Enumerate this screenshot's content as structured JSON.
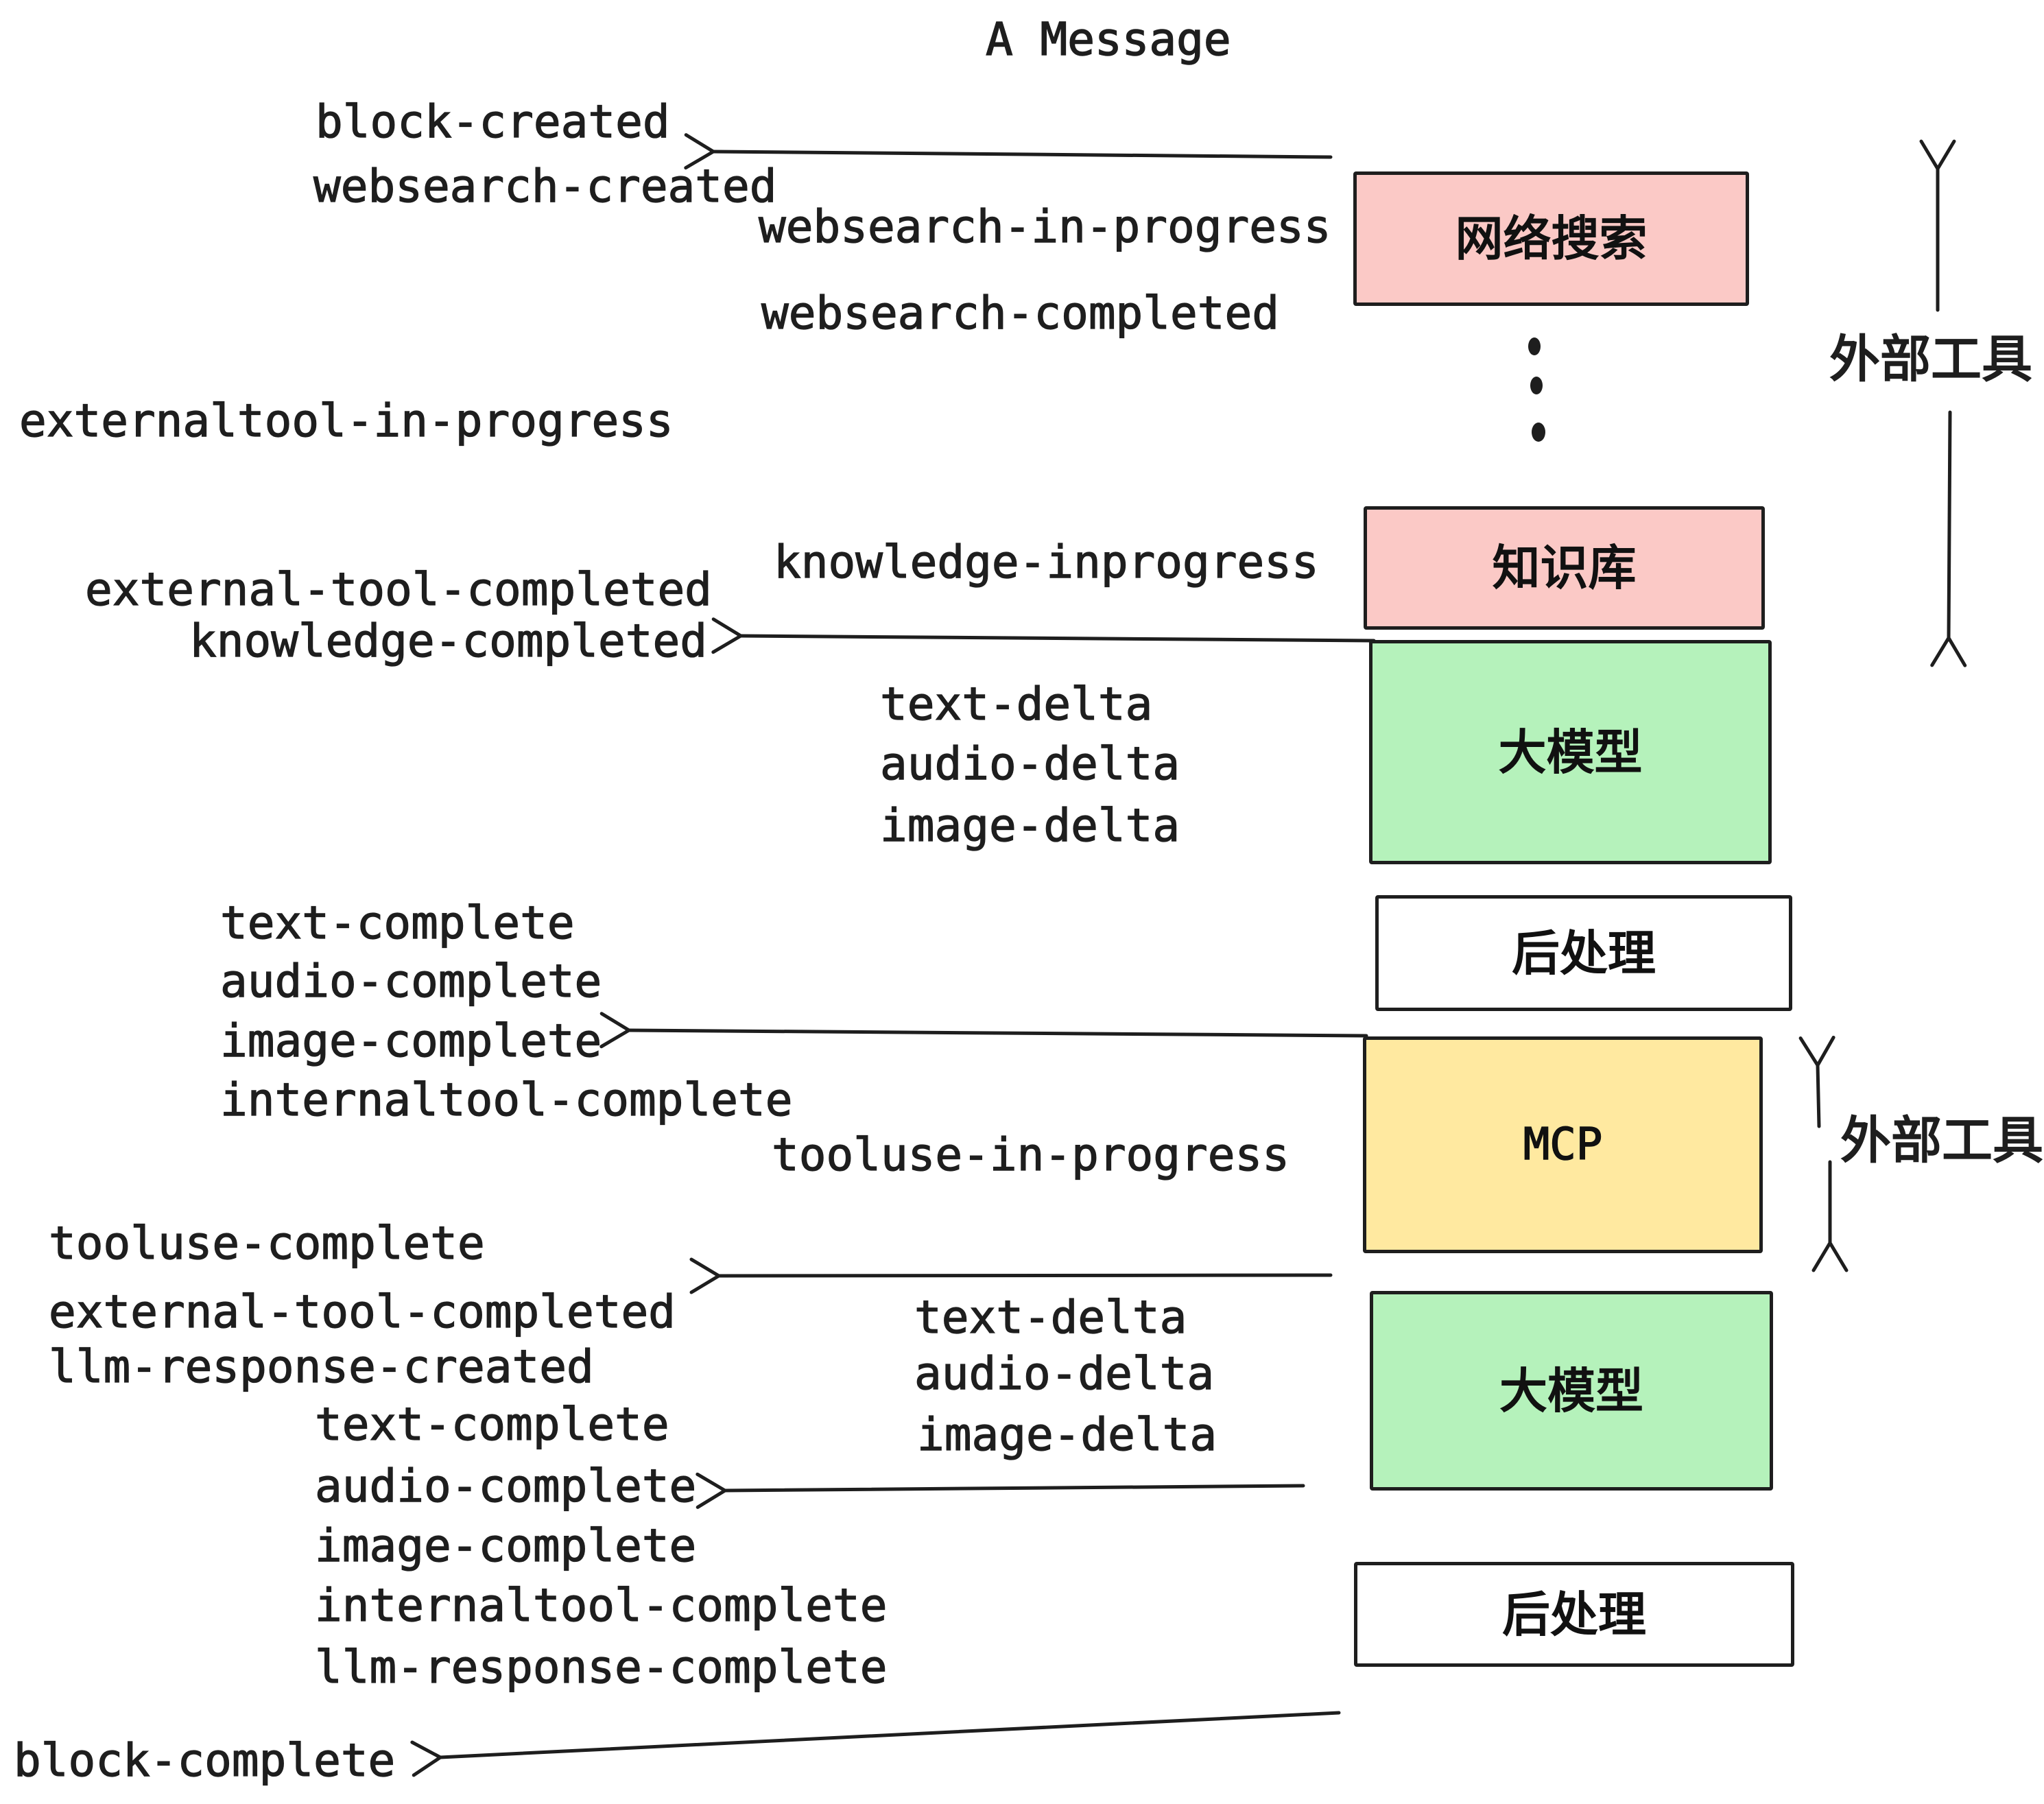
{
  "title": "A Message",
  "colors": {
    "ink": "#1e1e1e",
    "pink": "#fbc9c6",
    "green": "#b5f2bb",
    "yellow": "#ffe9a0",
    "white": "#ffffff"
  },
  "boxes": [
    {
      "id": "websearch",
      "label": "网络搜索",
      "fill": "#fbc9c6"
    },
    {
      "id": "knowledge",
      "label": "知识库",
      "fill": "#fbc9c6"
    },
    {
      "id": "llm-1",
      "label": "大模型",
      "fill": "#b5f2bb"
    },
    {
      "id": "postprocess-1",
      "label": "后处理",
      "fill": "#ffffff"
    },
    {
      "id": "mcp",
      "label": "MCP",
      "fill": "#ffe9a0"
    },
    {
      "id": "llm-2",
      "label": "大模型",
      "fill": "#b5f2bb"
    },
    {
      "id": "postprocess-2",
      "label": "后处理",
      "fill": "#ffffff"
    }
  ],
  "side_labels": {
    "external_tools_1": "外部工具",
    "external_tools_2": "外部工具"
  },
  "events": {
    "block_created": "block-created",
    "websearch_created": "websearch-created",
    "websearch_in_progress": "websearch-in-progress",
    "websearch_completed": "websearch-completed",
    "externaltool_in_progress": "externaltool-in-progress",
    "knowledge_inprogress": "knowledge-inprogress",
    "external_tool_completed_1": "external-tool-completed",
    "knowledge_completed": "knowledge-completed",
    "text_delta_1": "text-delta",
    "audio_delta_1": "audio-delta",
    "image_delta_1": "image-delta",
    "text_complete_1": "text-complete",
    "audio_complete_1": "audio-complete",
    "image_complete_1": "image-complete",
    "internaltool_complete_1": "internaltool-complete",
    "tooluse_in_progress": "tooluse-in-progress",
    "tooluse_complete": "tooluse-complete",
    "external_tool_completed_2": "external-tool-completed",
    "llm_response_created": "llm-response-created",
    "text_delta_2": "text-delta",
    "audio_delta_2": "audio-delta",
    "image_delta_2": "image-delta",
    "text_complete_2": "text-complete",
    "audio_complete_2": "audio-complete",
    "image_complete_2": "image-complete",
    "internaltool_complete_2": "internaltool-complete",
    "llm_response_complete": "llm-response-complete",
    "block_complete": "block-complete"
  }
}
